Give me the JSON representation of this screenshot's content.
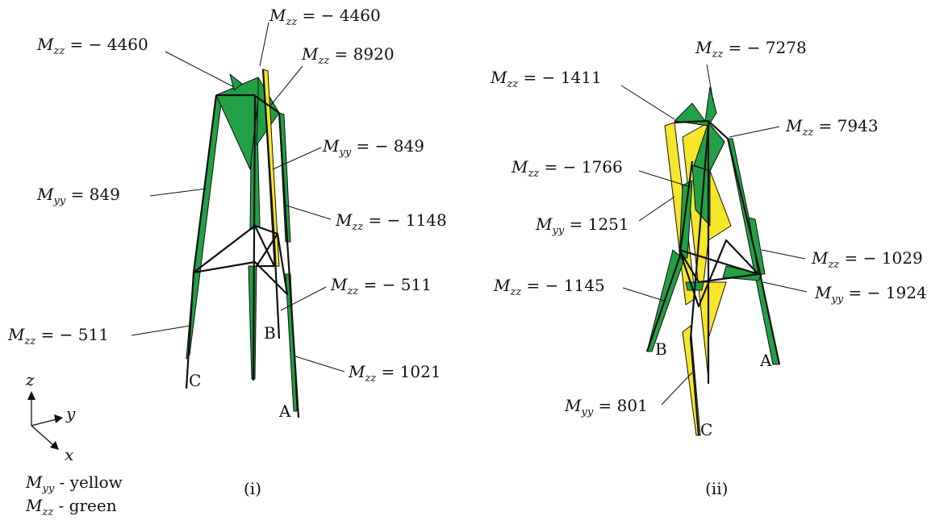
{
  "colors": {
    "myy": "#f7e62a",
    "mzz": "#22a045",
    "ink": "#111111"
  },
  "legend": {
    "myy": {
      "sym": "M",
      "sub": "yy",
      "desc": " - yellow"
    },
    "mzz": {
      "sym": "M",
      "sub": "zz",
      "desc": " - green"
    }
  },
  "axes": {
    "z": "z",
    "y": "y",
    "x": "x"
  },
  "panels": [
    {
      "caption": "(i)",
      "supports": [
        "A",
        "B",
        "C"
      ],
      "annotations": [
        {
          "sym": "M",
          "sub": "zz",
          "rhs": " = − 4460"
        },
        {
          "sym": "M",
          "sub": "zz",
          "rhs": " = − 4460"
        },
        {
          "sym": "M",
          "sub": "zz",
          "rhs": " = 8920"
        },
        {
          "sym": "M",
          "sub": "yy",
          "rhs": " = − 849"
        },
        {
          "sym": "M",
          "sub": "yy",
          "rhs": " = 849"
        },
        {
          "sym": "M",
          "sub": "zz",
          "rhs": " = − 1148"
        },
        {
          "sym": "M",
          "sub": "zz",
          "rhs": " =  − 511"
        },
        {
          "sym": "M",
          "sub": "zz",
          "rhs": " =  − 511"
        },
        {
          "sym": "M",
          "sub": "zz",
          "rhs": " = 1021"
        }
      ]
    },
    {
      "caption": "(ii)",
      "supports": [
        "A",
        "B",
        "C"
      ],
      "annotations": [
        {
          "sym": "M",
          "sub": "zz",
          "rhs": " = − 7278"
        },
        {
          "sym": "M",
          "sub": "zz",
          "rhs": " = − 1411"
        },
        {
          "sym": "M",
          "sub": "zz",
          "rhs": " = 7943"
        },
        {
          "sym": "M",
          "sub": "zz",
          "rhs": " = − 1766"
        },
        {
          "sym": "M",
          "sub": "yy",
          "rhs": " = 1251"
        },
        {
          "sym": "M",
          "sub": "zz",
          "rhs": " = − 1029"
        },
        {
          "sym": "M",
          "sub": "zz",
          "rhs": " = − 1145"
        },
        {
          "sym": "M",
          "sub": "yy",
          "rhs": " = − 1924"
        },
        {
          "sym": "M",
          "sub": "yy",
          "rhs": " = 801"
        }
      ]
    }
  ]
}
